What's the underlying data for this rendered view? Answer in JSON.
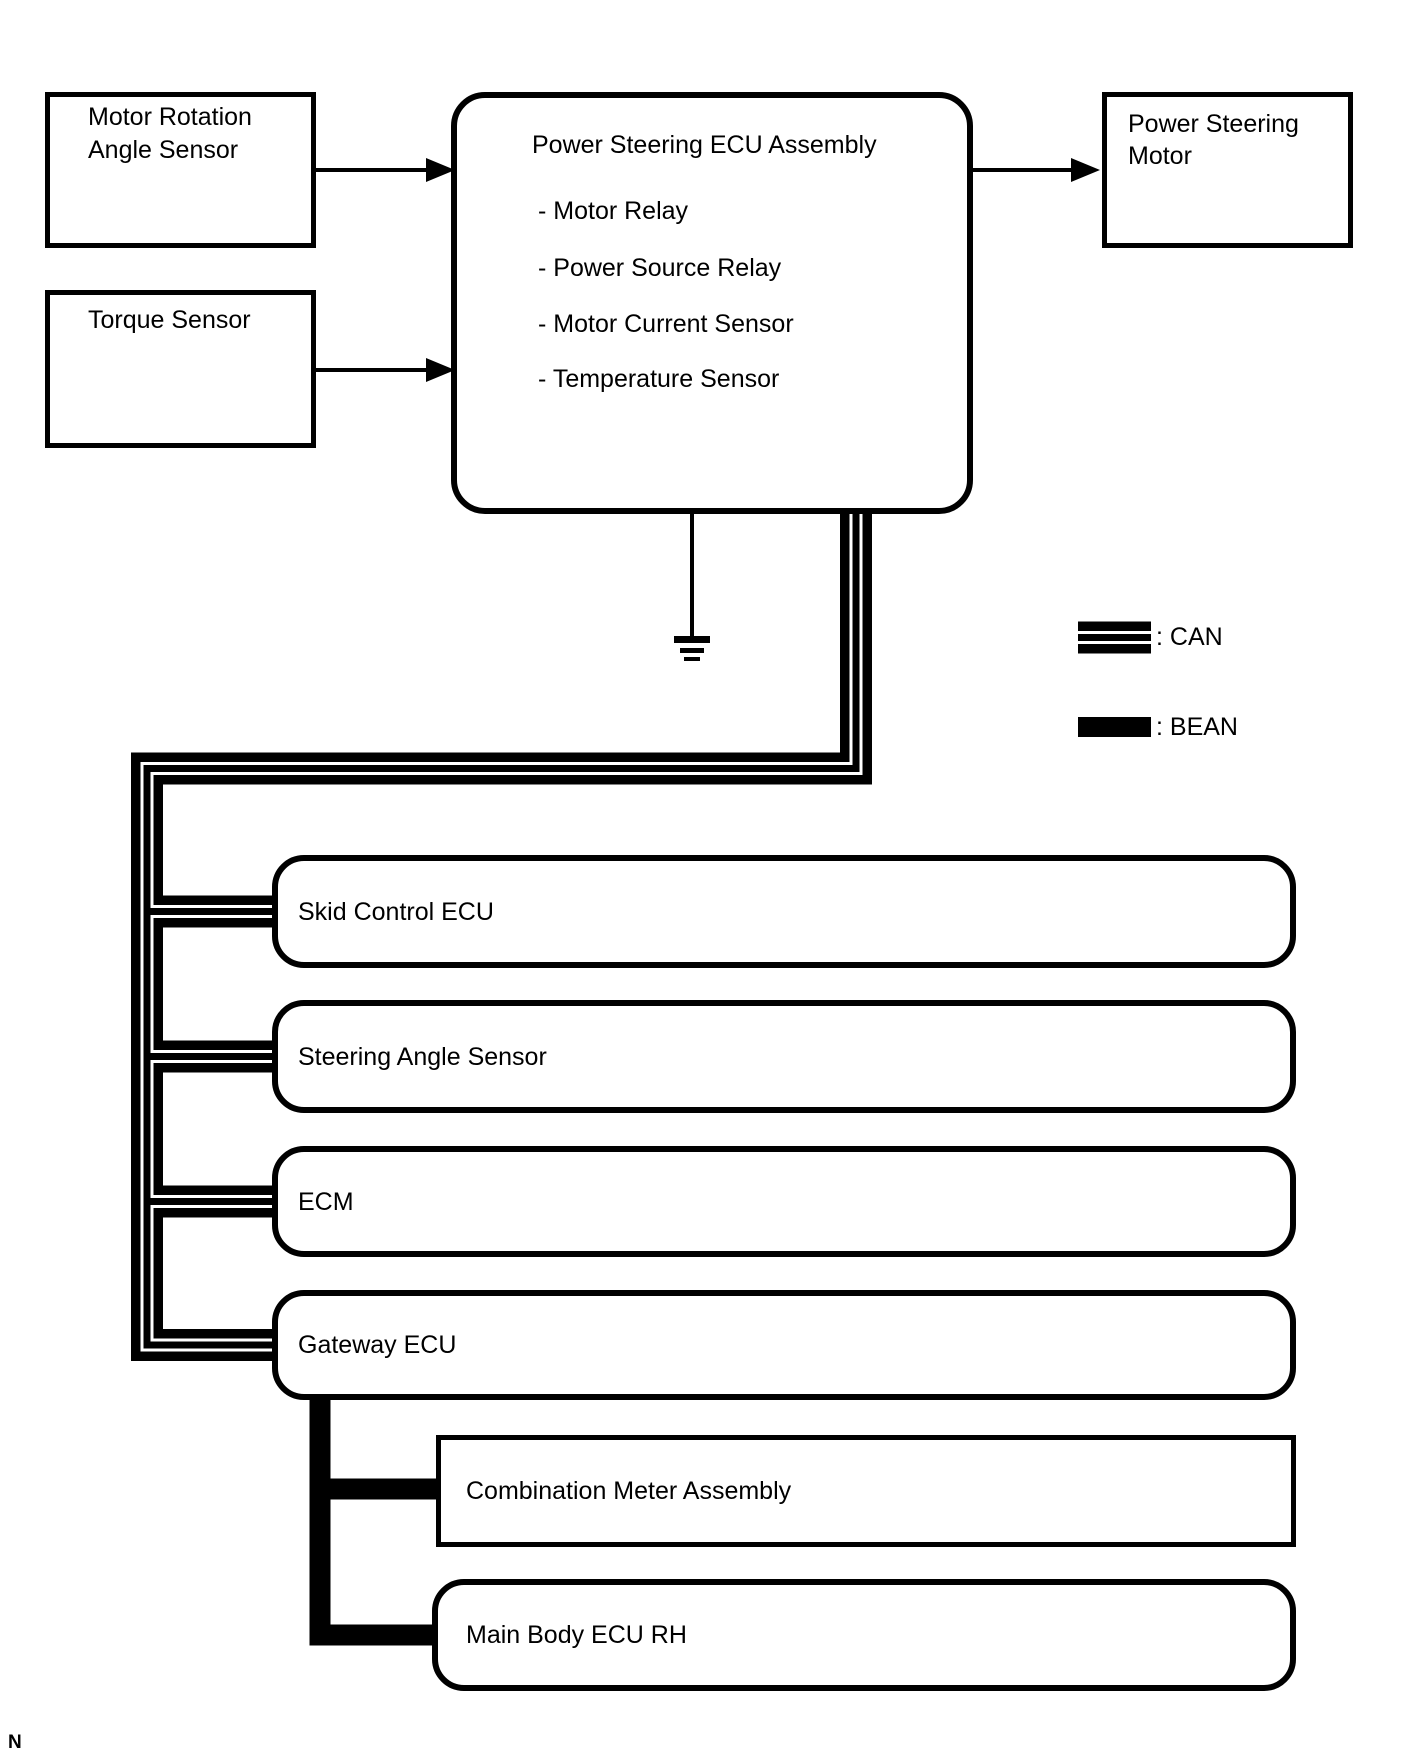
{
  "nodes": {
    "motor_rotation_sensor": {
      "lines": [
        "Motor Rotation",
        "Angle Sensor"
      ]
    },
    "torque_sensor": {
      "label": "Torque Sensor"
    },
    "power_steering_ecu": {
      "title": "Power Steering ECU Assembly",
      "components": [
        "- Motor Relay",
        "- Power Source Relay",
        "- Motor Current Sensor",
        "- Temperature Sensor"
      ]
    },
    "power_steering_motor": {
      "lines": [
        "Power Steering",
        "Motor"
      ]
    },
    "skid_control_ecu": {
      "label": "Skid Control ECU"
    },
    "steering_angle_sensor": {
      "label": "Steering Angle Sensor"
    },
    "ecm": {
      "label": "ECM"
    },
    "gateway_ecu": {
      "label": "Gateway ECU"
    },
    "combination_meter": {
      "label": "Combination Meter Assembly"
    },
    "main_body_ecu": {
      "label": "Main Body ECU RH"
    }
  },
  "legend": {
    "can": {
      "label": ": CAN",
      "symbol": "triple-line"
    },
    "bean": {
      "label": ": BEAN",
      "symbol": "solid-thick-line"
    }
  },
  "footnote": "N",
  "icons": {
    "ground": "ground-icon",
    "arrow": "arrow-right-icon"
  },
  "colors": {
    "line": "#000000",
    "background": "#ffffff"
  }
}
